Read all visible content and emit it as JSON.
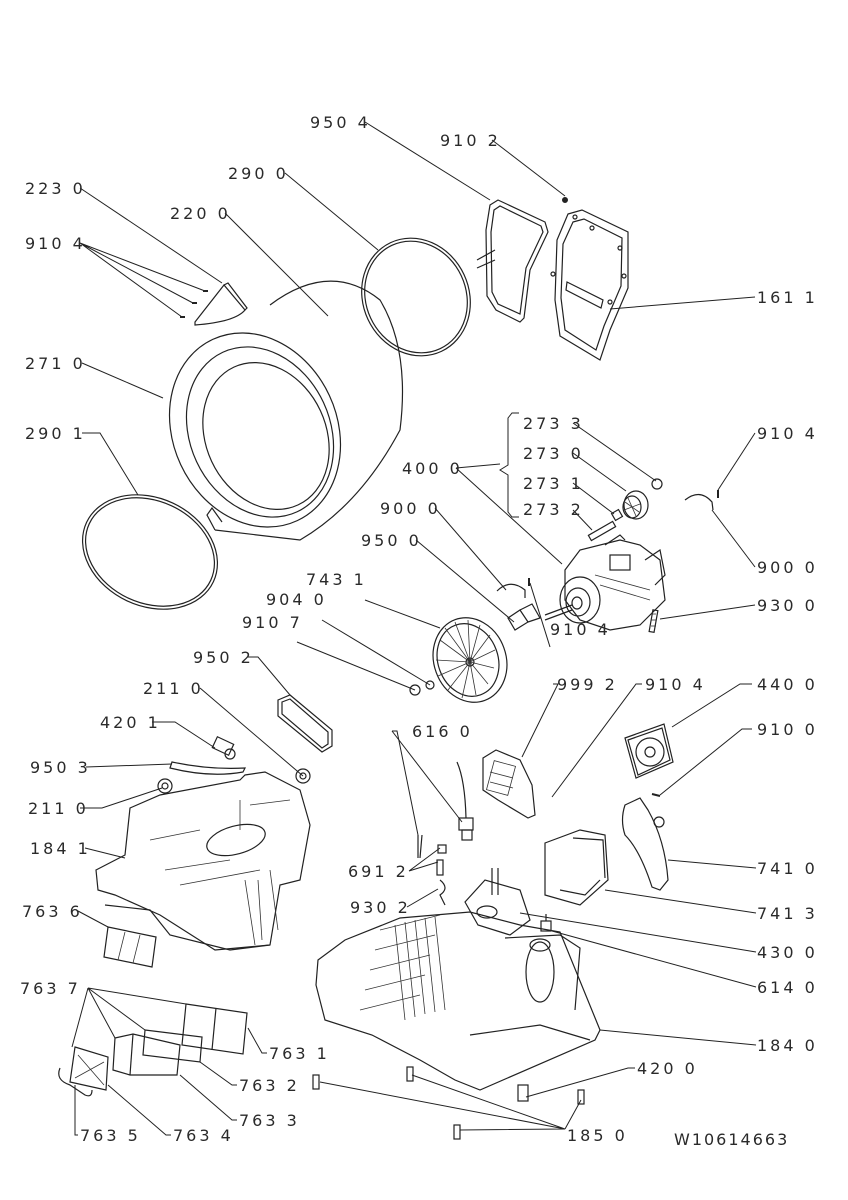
{
  "diagram": {
    "title": "Exploded parts diagram - heat pump dryer",
    "document_number": "W10614663",
    "callouts": [
      {
        "id": "c-950-4",
        "part": "950",
        "variant": "4"
      },
      {
        "id": "c-910-2",
        "part": "910",
        "variant": "2"
      },
      {
        "id": "c-223-0",
        "part": "223",
        "variant": "0"
      },
      {
        "id": "c-290-0",
        "part": "290",
        "variant": "0"
      },
      {
        "id": "c-220-0",
        "part": "220",
        "variant": "0"
      },
      {
        "id": "c-910-4a",
        "part": "910",
        "variant": "4"
      },
      {
        "id": "c-161-1",
        "part": "161",
        "variant": "1"
      },
      {
        "id": "c-271-0",
        "part": "271",
        "variant": "0"
      },
      {
        "id": "c-290-1",
        "part": "290",
        "variant": "1"
      },
      {
        "id": "c-273-3",
        "part": "273",
        "variant": "3"
      },
      {
        "id": "c-273-0",
        "part": "273",
        "variant": "0"
      },
      {
        "id": "c-273-1",
        "part": "273",
        "variant": "1"
      },
      {
        "id": "c-273-2",
        "part": "273",
        "variant": "2"
      },
      {
        "id": "c-400-0",
        "part": "400",
        "variant": "0"
      },
      {
        "id": "c-910-4b",
        "part": "910",
        "variant": "4"
      },
      {
        "id": "c-900-0a",
        "part": "900",
        "variant": "0"
      },
      {
        "id": "c-900-0b",
        "part": "900",
        "variant": "0"
      },
      {
        "id": "c-950-0",
        "part": "950",
        "variant": "0"
      },
      {
        "id": "c-930-0",
        "part": "930",
        "variant": "0"
      },
      {
        "id": "c-743-1",
        "part": "743",
        "variant": "1"
      },
      {
        "id": "c-904-0",
        "part": "904",
        "variant": "0"
      },
      {
        "id": "c-910-4c",
        "part": "910",
        "variant": "4"
      },
      {
        "id": "c-910-7",
        "part": "910",
        "variant": "7"
      },
      {
        "id": "c-950-2",
        "part": "950",
        "variant": "2"
      },
      {
        "id": "c-211-0a",
        "part": "211",
        "variant": "0"
      },
      {
        "id": "c-999-2",
        "part": "999",
        "variant": "2"
      },
      {
        "id": "c-910-4d",
        "part": "910",
        "variant": "4"
      },
      {
        "id": "c-440-0",
        "part": "440",
        "variant": "0"
      },
      {
        "id": "c-420-1",
        "part": "420",
        "variant": "1"
      },
      {
        "id": "c-616-0",
        "part": "616",
        "variant": "0"
      },
      {
        "id": "c-910-0",
        "part": "910",
        "variant": "0"
      },
      {
        "id": "c-950-3",
        "part": "950",
        "variant": "3"
      },
      {
        "id": "c-211-0b",
        "part": "211",
        "variant": "0"
      },
      {
        "id": "c-184-1",
        "part": "184",
        "variant": "1"
      },
      {
        "id": "c-691-2",
        "part": "691",
        "variant": "2"
      },
      {
        "id": "c-741-0",
        "part": "741",
        "variant": "0"
      },
      {
        "id": "c-930-2",
        "part": "930",
        "variant": "2"
      },
      {
        "id": "c-741-3",
        "part": "741",
        "variant": "3"
      },
      {
        "id": "c-763-6",
        "part": "763",
        "variant": "6"
      },
      {
        "id": "c-430-0",
        "part": "430",
        "variant": "0"
      },
      {
        "id": "c-614-0",
        "part": "614",
        "variant": "0"
      },
      {
        "id": "c-763-7",
        "part": "763",
        "variant": "7"
      },
      {
        "id": "c-763-1",
        "part": "763",
        "variant": "1"
      },
      {
        "id": "c-184-0",
        "part": "184",
        "variant": "0"
      },
      {
        "id": "c-763-2",
        "part": "763",
        "variant": "2"
      },
      {
        "id": "c-420-0",
        "part": "420",
        "variant": "0"
      },
      {
        "id": "c-763-3",
        "part": "763",
        "variant": "3"
      },
      {
        "id": "c-763-5",
        "part": "763",
        "variant": "5"
      },
      {
        "id": "c-763-4",
        "part": "763",
        "variant": "4"
      },
      {
        "id": "c-185-0",
        "part": "185",
        "variant": "0"
      }
    ],
    "labels": {
      "c-950-4": "950 4",
      "c-910-2": "910 2",
      "c-223-0": "223 0",
      "c-290-0": "290 0",
      "c-220-0": "220 0",
      "c-910-4a": "910 4",
      "c-161-1": "161 1",
      "c-271-0": "271 0",
      "c-290-1": "290 1",
      "c-273-3": "273 3",
      "c-273-0": "273 0",
      "c-273-1": "273 1",
      "c-273-2": "273 2",
      "c-400-0": "400 0",
      "c-910-4b": "910 4",
      "c-900-0a": "900 0",
      "c-900-0b": "900 0",
      "c-950-0": "950 0",
      "c-930-0": "930 0",
      "c-743-1": "743 1",
      "c-904-0": "904 0",
      "c-910-4c": "910 4",
      "c-910-7": "910 7",
      "c-950-2": "950 2",
      "c-211-0a": "211 0",
      "c-999-2": "999 2",
      "c-910-4d": "910 4",
      "c-440-0": "440 0",
      "c-420-1": "420 1",
      "c-616-0": "616 0",
      "c-910-0": "910 0",
      "c-950-3": "950 3",
      "c-211-0b": "211 0",
      "c-184-1": "184 1",
      "c-691-2": "691 2",
      "c-741-0": "741 0",
      "c-930-2": "930 2",
      "c-741-3": "741 3",
      "c-763-6": "763 6",
      "c-430-0": "430 0",
      "c-614-0": "614 0",
      "c-763-7": "763 7",
      "c-763-1": "763 1",
      "c-184-0": "184 0",
      "c-763-2": "763 2",
      "c-420-0": "420 0",
      "c-763-3": "763 3",
      "c-763-5": "763 5",
      "c-763-4": "763 4",
      "c-185-0": "185 0"
    }
  }
}
